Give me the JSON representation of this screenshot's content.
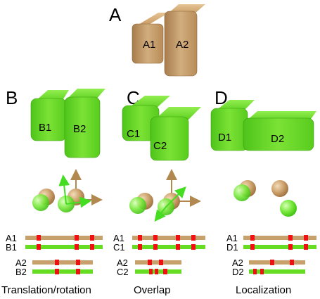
{
  "panels": {
    "A": {
      "letter": "A",
      "blocks": [
        "A1",
        "A2"
      ]
    },
    "B": {
      "letter": "B",
      "blocks": [
        "B1",
        "B2"
      ],
      "sequence_labels": [
        "A1",
        "B1",
        "A2",
        "B2"
      ],
      "caption": "Translation/rotation"
    },
    "C": {
      "letter": "C",
      "blocks": [
        "C1",
        "C2"
      ],
      "sequence_labels": [
        "A1",
        "C1",
        "A2",
        "C2"
      ],
      "caption": "Overlap"
    },
    "D": {
      "letter": "D",
      "blocks": [
        "D1",
        "D2"
      ],
      "sequence_labels": [
        "A1",
        "D1",
        "A2",
        "D2"
      ],
      "caption": "Localization"
    }
  },
  "colors": {
    "tan": "#c8a06c",
    "tan_dark": "#a07a4a",
    "green": "#66dd22",
    "green_dark": "#3fa010",
    "marker": "#ee1111",
    "arrow_tan": "#b08850",
    "arrow_green": "#44dd22"
  }
}
